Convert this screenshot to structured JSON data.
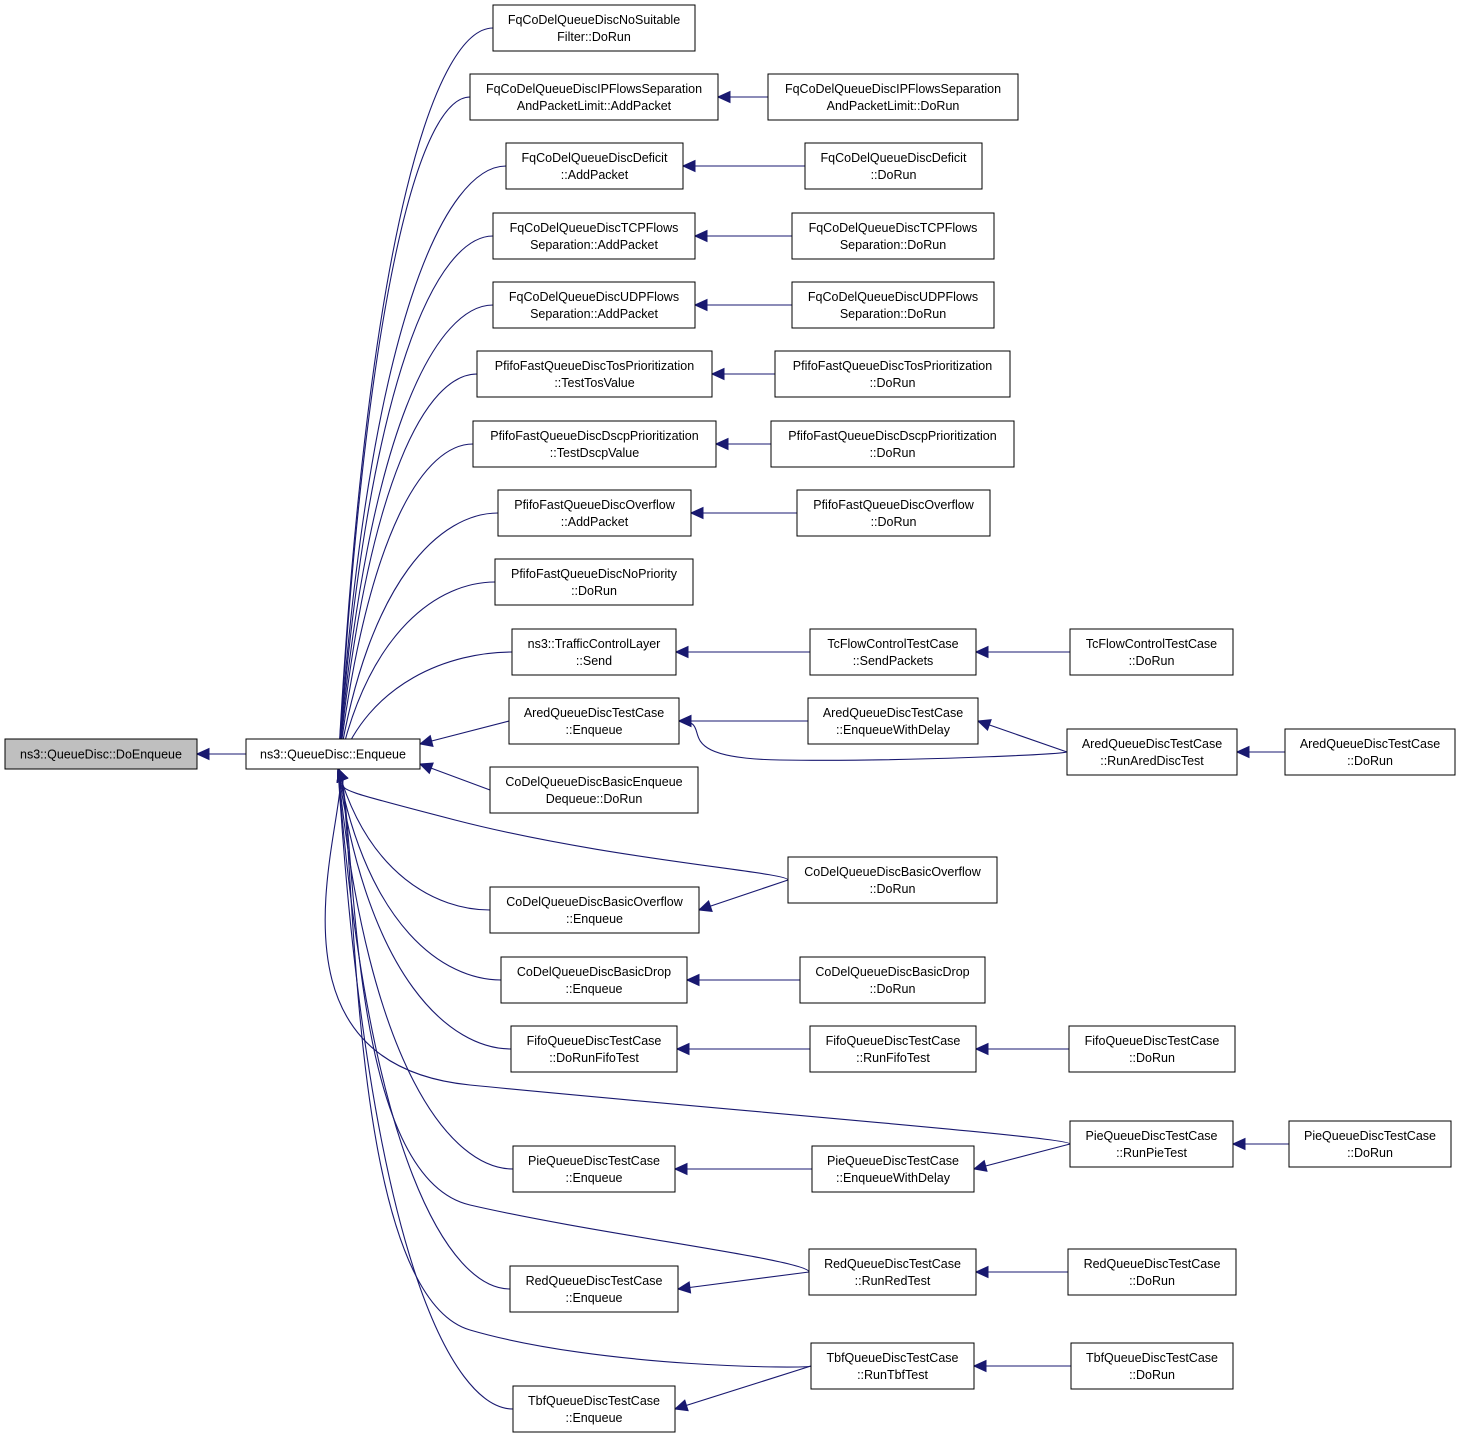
{
  "graph": {
    "root": "doenqueue",
    "colors": {
      "edge": "#191970",
      "root_fill": "#bfbfbf",
      "node_fill": "#ffffff",
      "node_border": "#000000"
    },
    "nodes": [
      {
        "id": "doenqueue",
        "lines": [
          "ns3::QueueDisc::DoEnqueue"
        ]
      },
      {
        "id": "enqueue",
        "lines": [
          "ns3::QueueDisc::Enqueue"
        ]
      },
      {
        "id": "fq_nosuit_run",
        "lines": [
          "FqCoDelQueueDiscNoSuitable",
          "Filter::DoRun"
        ]
      },
      {
        "id": "fq_ipflows_add",
        "lines": [
          "FqCoDelQueueDiscIPFlowsSeparation",
          "AndPacketLimit::AddPacket"
        ]
      },
      {
        "id": "fq_ipflows_run",
        "lines": [
          "FqCoDelQueueDiscIPFlowsSeparation",
          "AndPacketLimit::DoRun"
        ]
      },
      {
        "id": "fq_deficit_add",
        "lines": [
          "FqCoDelQueueDiscDeficit",
          "::AddPacket"
        ]
      },
      {
        "id": "fq_deficit_run",
        "lines": [
          "FqCoDelQueueDiscDeficit",
          "::DoRun"
        ]
      },
      {
        "id": "fq_tcp_add",
        "lines": [
          "FqCoDelQueueDiscTCPFlows",
          "Separation::AddPacket"
        ]
      },
      {
        "id": "fq_tcp_run",
        "lines": [
          "FqCoDelQueueDiscTCPFlows",
          "Separation::DoRun"
        ]
      },
      {
        "id": "fq_udp_add",
        "lines": [
          "FqCoDelQueueDiscUDPFlows",
          "Separation::AddPacket"
        ]
      },
      {
        "id": "fq_udp_run",
        "lines": [
          "FqCoDelQueueDiscUDPFlows",
          "Separation::DoRun"
        ]
      },
      {
        "id": "pf_tos_test",
        "lines": [
          "PfifoFastQueueDiscTosPrioritization",
          "::TestTosValue"
        ]
      },
      {
        "id": "pf_tos_run",
        "lines": [
          "PfifoFastQueueDiscTosPrioritization",
          "::DoRun"
        ]
      },
      {
        "id": "pf_dscp_test",
        "lines": [
          "PfifoFastQueueDiscDscpPrioritization",
          "::TestDscpValue"
        ]
      },
      {
        "id": "pf_dscp_run",
        "lines": [
          "PfifoFastQueueDiscDscpPrioritization",
          "::DoRun"
        ]
      },
      {
        "id": "pf_over_add",
        "lines": [
          "PfifoFastQueueDiscOverflow",
          "::AddPacket"
        ]
      },
      {
        "id": "pf_over_run",
        "lines": [
          "PfifoFastQueueDiscOverflow",
          "::DoRun"
        ]
      },
      {
        "id": "pf_noprio_run",
        "lines": [
          "PfifoFastQueueDiscNoPriority",
          "::DoRun"
        ]
      },
      {
        "id": "tcl_send",
        "lines": [
          "ns3::TrafficControlLayer",
          "::Send"
        ]
      },
      {
        "id": "tcflow_send",
        "lines": [
          "TcFlowControlTestCase",
          "::SendPackets"
        ]
      },
      {
        "id": "tcflow_run",
        "lines": [
          "TcFlowControlTestCase",
          "::DoRun"
        ]
      },
      {
        "id": "ared_enq",
        "lines": [
          "AredQueueDiscTestCase",
          "::Enqueue"
        ]
      },
      {
        "id": "ared_enqdelay",
        "lines": [
          "AredQueueDiscTestCase",
          "::EnqueueWithDelay"
        ]
      },
      {
        "id": "ared_runtest",
        "lines": [
          "AredQueueDiscTestCase",
          "::RunAredDiscTest"
        ]
      },
      {
        "id": "ared_run",
        "lines": [
          "AredQueueDiscTestCase",
          "::DoRun"
        ]
      },
      {
        "id": "codel_basic_run",
        "lines": [
          "CoDelQueueDiscBasicEnqueue",
          "Dequeue::DoRun"
        ]
      },
      {
        "id": "codel_over_run",
        "lines": [
          "CoDelQueueDiscBasicOverflow",
          "::DoRun"
        ]
      },
      {
        "id": "codel_over_enq",
        "lines": [
          "CoDelQueueDiscBasicOverflow",
          "::Enqueue"
        ]
      },
      {
        "id": "codel_drop_enq",
        "lines": [
          "CoDelQueueDiscBasicDrop",
          "::Enqueue"
        ]
      },
      {
        "id": "codel_drop_run",
        "lines": [
          "CoDelQueueDiscBasicDrop",
          "::DoRun"
        ]
      },
      {
        "id": "fifo_dorunfifo",
        "lines": [
          "FifoQueueDiscTestCase",
          "::DoRunFifoTest"
        ]
      },
      {
        "id": "fifo_runtest",
        "lines": [
          "FifoQueueDiscTestCase",
          "::RunFifoTest"
        ]
      },
      {
        "id": "fifo_run",
        "lines": [
          "FifoQueueDiscTestCase",
          "::DoRun"
        ]
      },
      {
        "id": "pie_runtest",
        "lines": [
          "PieQueueDiscTestCase",
          "::RunPieTest"
        ]
      },
      {
        "id": "pie_run",
        "lines": [
          "PieQueueDiscTestCase",
          "::DoRun"
        ]
      },
      {
        "id": "pie_enq",
        "lines": [
          "PieQueueDiscTestCase",
          "::Enqueue"
        ]
      },
      {
        "id": "pie_enqdelay",
        "lines": [
          "PieQueueDiscTestCase",
          "::EnqueueWithDelay"
        ]
      },
      {
        "id": "red_runtest",
        "lines": [
          "RedQueueDiscTestCase",
          "::RunRedTest"
        ]
      },
      {
        "id": "red_run",
        "lines": [
          "RedQueueDiscTestCase",
          "::DoRun"
        ]
      },
      {
        "id": "red_enq",
        "lines": [
          "RedQueueDiscTestCase",
          "::Enqueue"
        ]
      },
      {
        "id": "tbf_runtest",
        "lines": [
          "TbfQueueDiscTestCase",
          "::RunTbfTest"
        ]
      },
      {
        "id": "tbf_run",
        "lines": [
          "TbfQueueDiscTestCase",
          "::DoRun"
        ]
      },
      {
        "id": "tbf_enq",
        "lines": [
          "TbfQueueDiscTestCase",
          "::Enqueue"
        ]
      }
    ],
    "edges": [
      {
        "from": "enqueue",
        "to": "doenqueue"
      },
      {
        "from": "fq_nosuit_run",
        "to": "enqueue"
      },
      {
        "from": "fq_ipflows_add",
        "to": "enqueue"
      },
      {
        "from": "fq_deficit_add",
        "to": "enqueue"
      },
      {
        "from": "fq_tcp_add",
        "to": "enqueue"
      },
      {
        "from": "fq_udp_add",
        "to": "enqueue"
      },
      {
        "from": "pf_tos_test",
        "to": "enqueue"
      },
      {
        "from": "pf_dscp_test",
        "to": "enqueue"
      },
      {
        "from": "pf_over_add",
        "to": "enqueue"
      },
      {
        "from": "pf_noprio_run",
        "to": "enqueue"
      },
      {
        "from": "tcl_send",
        "to": "enqueue"
      },
      {
        "from": "ared_enq",
        "to": "enqueue"
      },
      {
        "from": "codel_basic_run",
        "to": "enqueue"
      },
      {
        "from": "codel_over_run",
        "to": "enqueue"
      },
      {
        "from": "codel_over_enq",
        "to": "enqueue"
      },
      {
        "from": "codel_drop_enq",
        "to": "enqueue"
      },
      {
        "from": "fifo_dorunfifo",
        "to": "enqueue"
      },
      {
        "from": "pie_runtest",
        "to": "enqueue"
      },
      {
        "from": "pie_enq",
        "to": "enqueue"
      },
      {
        "from": "red_runtest",
        "to": "enqueue"
      },
      {
        "from": "red_enq",
        "to": "enqueue"
      },
      {
        "from": "tbf_runtest",
        "to": "enqueue"
      },
      {
        "from": "tbf_enq",
        "to": "enqueue"
      },
      {
        "from": "fq_ipflows_run",
        "to": "fq_ipflows_add"
      },
      {
        "from": "fq_deficit_run",
        "to": "fq_deficit_add"
      },
      {
        "from": "fq_tcp_run",
        "to": "fq_tcp_add"
      },
      {
        "from": "fq_udp_run",
        "to": "fq_udp_add"
      },
      {
        "from": "pf_tos_run",
        "to": "pf_tos_test"
      },
      {
        "from": "pf_dscp_run",
        "to": "pf_dscp_test"
      },
      {
        "from": "pf_over_run",
        "to": "pf_over_add"
      },
      {
        "from": "tcflow_send",
        "to": "tcl_send"
      },
      {
        "from": "tcflow_run",
        "to": "tcflow_send"
      },
      {
        "from": "ared_enqdelay",
        "to": "ared_enq"
      },
      {
        "from": "ared_runtest",
        "to": "ared_enq"
      },
      {
        "from": "ared_runtest",
        "to": "ared_enqdelay"
      },
      {
        "from": "ared_run",
        "to": "ared_runtest"
      },
      {
        "from": "codel_over_run",
        "to": "codel_over_enq"
      },
      {
        "from": "codel_drop_run",
        "to": "codel_drop_enq"
      },
      {
        "from": "fifo_runtest",
        "to": "fifo_dorunfifo"
      },
      {
        "from": "fifo_run",
        "to": "fifo_runtest"
      },
      {
        "from": "pie_run",
        "to": "pie_runtest"
      },
      {
        "from": "pie_enqdelay",
        "to": "pie_enq"
      },
      {
        "from": "pie_runtest",
        "to": "pie_enqdelay"
      },
      {
        "from": "red_runtest",
        "to": "red_enq"
      },
      {
        "from": "red_run",
        "to": "red_runtest"
      },
      {
        "from": "tbf_runtest",
        "to": "tbf_enq"
      },
      {
        "from": "tbf_run",
        "to": "tbf_runtest"
      }
    ]
  }
}
